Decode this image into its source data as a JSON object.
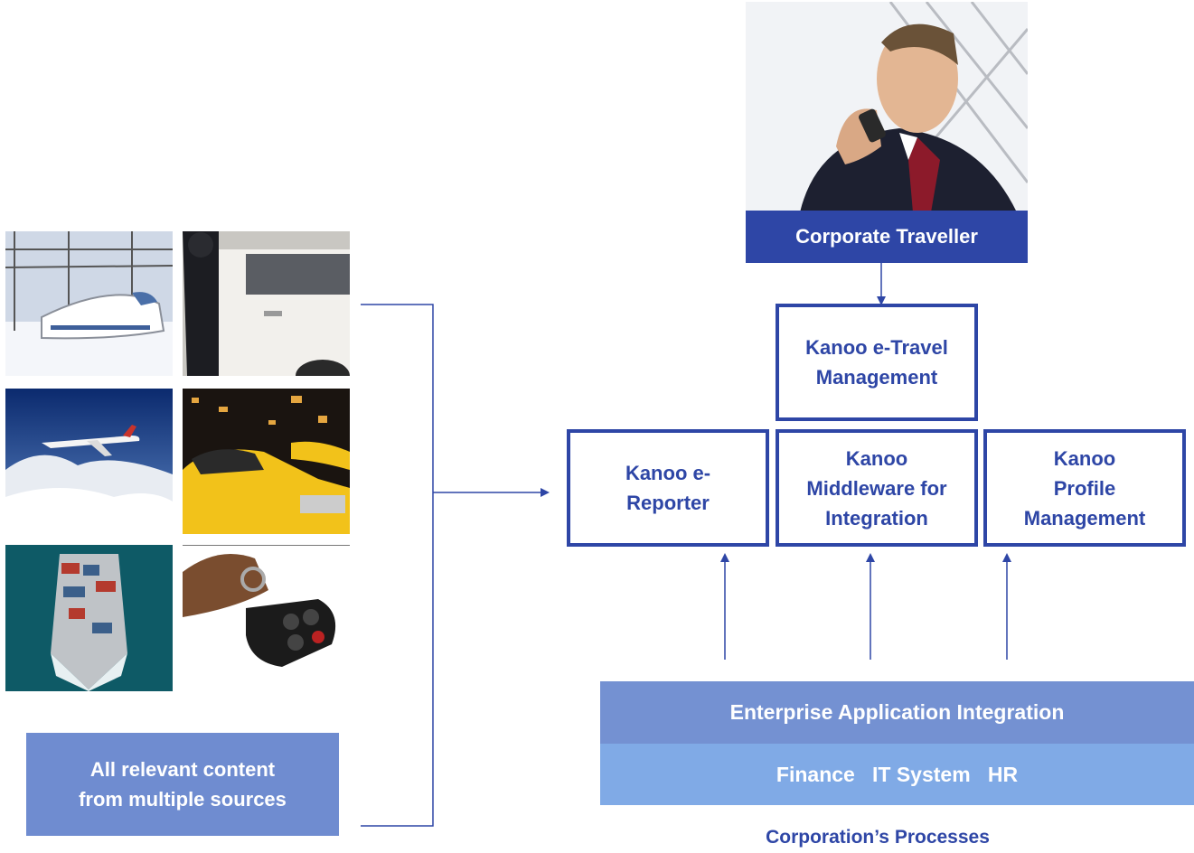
{
  "corporate_traveller": {
    "label": "Corporate Traveller"
  },
  "modules": {
    "etravel": {
      "label": "Kanoo e-Travel\nManagement"
    },
    "ereporter": {
      "label": "Kanoo e-\nReporter"
    },
    "middleware": {
      "label": "Kanoo\nMiddleware for\nIntegration"
    },
    "profile": {
      "label": "Kanoo\nProfile\nManagement"
    }
  },
  "eai": {
    "label": "Enterprise Application Integration"
  },
  "systems": {
    "label": "Finance   IT System   HR"
  },
  "processes": {
    "label": "Corporation’s Processes"
  },
  "content_sources": {
    "label": "All relevant content\nfrom multiple sources"
  },
  "colors": {
    "primary_blue": "#2e46a6",
    "eai_blue": "#7491d2",
    "systems_blue": "#80aae6",
    "content_blue": "#6f8cd0",
    "connector": "#2e46a6"
  },
  "icons": [
    "train-photo",
    "limousine-photo",
    "airplane-photo",
    "taxi-photo",
    "ship-photo",
    "car-key-photo",
    "businessman-photo"
  ]
}
